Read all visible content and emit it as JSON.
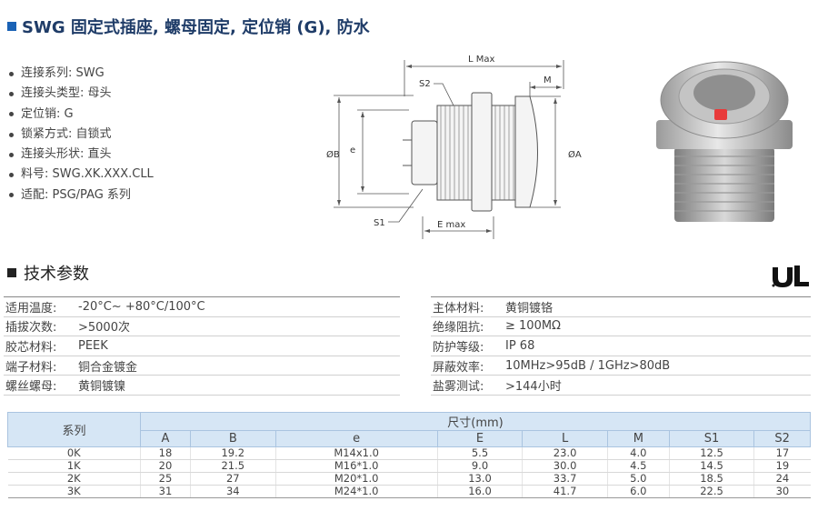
{
  "title": "SWG 固定式插座, 螺母固定, 定位销 (G), 防水",
  "specs": [
    "连接系列: SWG",
    "连接头类型: 母头",
    "定位销: G",
    "锁紧方式: 自锁式",
    "连接头形状: 直头",
    "料号: SWG.XK.XXX.CLL",
    "适配: PSG/PAG 系列"
  ],
  "drawing_labels": {
    "lmax": "L Max",
    "m": "M",
    "s2": "S2",
    "s1": "S1",
    "emax": "E max",
    "ob": "ØB",
    "e": "e",
    "oa": "ØA"
  },
  "section_title": "技术参数",
  "params_left": [
    {
      "k": "适用温度:",
      "v": "-20°C~ +80°C/100°C"
    },
    {
      "k": "插拔次数:",
      "v": ">5000次"
    },
    {
      "k": "胶芯材料:",
      "v": "PEEK"
    },
    {
      "k": "端子材料:",
      "v": "铜合金镀金"
    },
    {
      "k": "螺丝螺母:",
      "v": "黄铜镀镍"
    }
  ],
  "params_right": [
    {
      "k": "主体材料:",
      "v": "黄铜镀铬"
    },
    {
      "k": "绝缘阻抗:",
      "v": "≥ 100MΩ"
    },
    {
      "k": "防护等级:",
      "v": "IP 68"
    },
    {
      "k": "屏蔽效率:",
      "v": "10MHz>95dB / 1GHz>80dB"
    },
    {
      "k": "盐雾测试:",
      "v": ">144小时"
    }
  ],
  "dims_table": {
    "series_header": "系列",
    "size_header": "尺寸(mm)",
    "columns": [
      "A",
      "B",
      "e",
      "E",
      "L",
      "M",
      "S1",
      "S2"
    ],
    "rows": [
      [
        "0K",
        "18",
        "19.2",
        "M14x1.0",
        "5.5",
        "23.0",
        "4.0",
        "12.5",
        "17"
      ],
      [
        "1K",
        "20",
        "21.5",
        "M16*1.0",
        "9.0",
        "30.0",
        "4.5",
        "14.5",
        "19"
      ],
      [
        "2K",
        "25",
        "27",
        "M20*1.0",
        "13.0",
        "33.7",
        "5.0",
        "18.5",
        "24"
      ],
      [
        "3K",
        "31",
        "34",
        "M24*1.0",
        "16.0",
        "41.7",
        "6.0",
        "22.5",
        "30"
      ]
    ]
  },
  "colors": {
    "accent_blue": "#1a62b5",
    "title_text": "#1f3c68",
    "table_header_bg": "#d6e6f5",
    "key_red": "#e83a3a"
  }
}
